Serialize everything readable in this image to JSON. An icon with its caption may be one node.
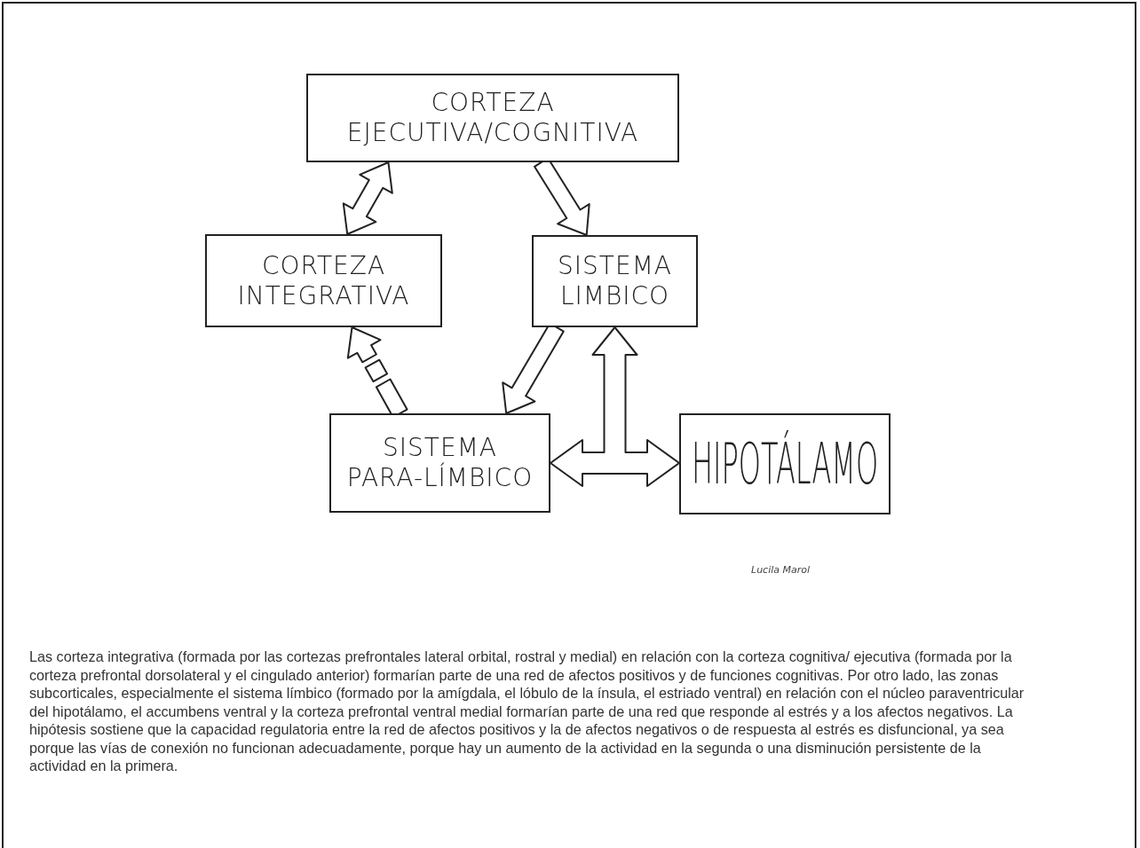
{
  "diagram": {
    "nodes": [
      {
        "text": [
          "CORTEZA EJECUTIVA/COGNITIVA"
        ]
      },
      {
        "text": [
          "CORTEZA INTEGRATIVA"
        ]
      },
      {
        "text": [
          "SISTEMA LIMBICO"
        ]
      },
      {
        "text": [
          "SISTEMA PARA-LÍMBICO"
        ]
      },
      {
        "text": [
          "HIPOTÁLAMO"
        ]
      }
    ],
    "edges": [
      {
        "from": 0,
        "to": 1,
        "arrow": "both"
      },
      {
        "from": 0,
        "to": 2,
        "arrow": "to"
      },
      {
        "from": 2,
        "to": 3,
        "arrow": "to"
      },
      {
        "from": 3,
        "to": 1,
        "arrow": "to",
        "style": "dashed"
      },
      {
        "from": 3,
        "to": 4,
        "arrow": "both"
      },
      {
        "from": 3,
        "to": 2,
        "arrow": "to"
      }
    ],
    "labels": [
      "Lucila Marol"
    ],
    "caption": "Las corteza integrativa (formada por las cortezas prefrontales lateral orbital, rostral y medial) en relación con la corteza cognitiva/ ejecutiva (formada por la corteza prefrontal dorsolateral y el cingulado anterior) formarían parte de una red de afectos positivos y de funciones cognitivas. Por otro lado, las zonas subcorticales, especialmente el sistema límbico (formado por la amígdala, el lóbulo de la ínsula, el estriado ventral) en relación con el núcleo paraventricular del hipotálamo, el accumbens ventral y la corteza prefrontal ventral medial formarían parte de una red que responde al estrés y a los afectos negativos.  La hipótesis sostiene que la capacidad regulatoria entre la red de afectos positivos y la de afectos negativos o de respuesta al estrés es disfuncional, ya sea porque las vías de conexión no funcionan adecuadamente, porque hay un aumento de la actividad en la segunda o una disminución persistente de la actividad en la primera."
  }
}
